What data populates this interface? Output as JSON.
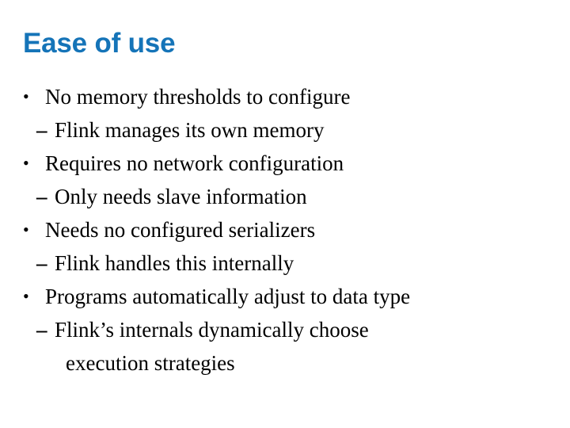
{
  "slide": {
    "title": "Ease of use",
    "title_color": "#1574b8",
    "background_color": "#ffffff",
    "text_color": "#000000",
    "markers": {
      "level1": "•",
      "level2": "–"
    },
    "content": [
      {
        "level": 1,
        "text": "No memory thresholds to configure"
      },
      {
        "level": 2,
        "text": "Flink manages its own memory"
      },
      {
        "level": 1,
        "text": "Requires no network configuration"
      },
      {
        "level": 2,
        "text": "Only needs slave information"
      },
      {
        "level": 1,
        "text": "Needs no configured serializers"
      },
      {
        "level": 2,
        "text": "Flink handles this internally"
      },
      {
        "level": 1,
        "text": "Programs automatically adjust to data type"
      },
      {
        "level": 2,
        "text": "Flink’s internals dynamically choose"
      },
      {
        "level": 2,
        "continuation": true,
        "text": "execution strategies"
      }
    ]
  }
}
